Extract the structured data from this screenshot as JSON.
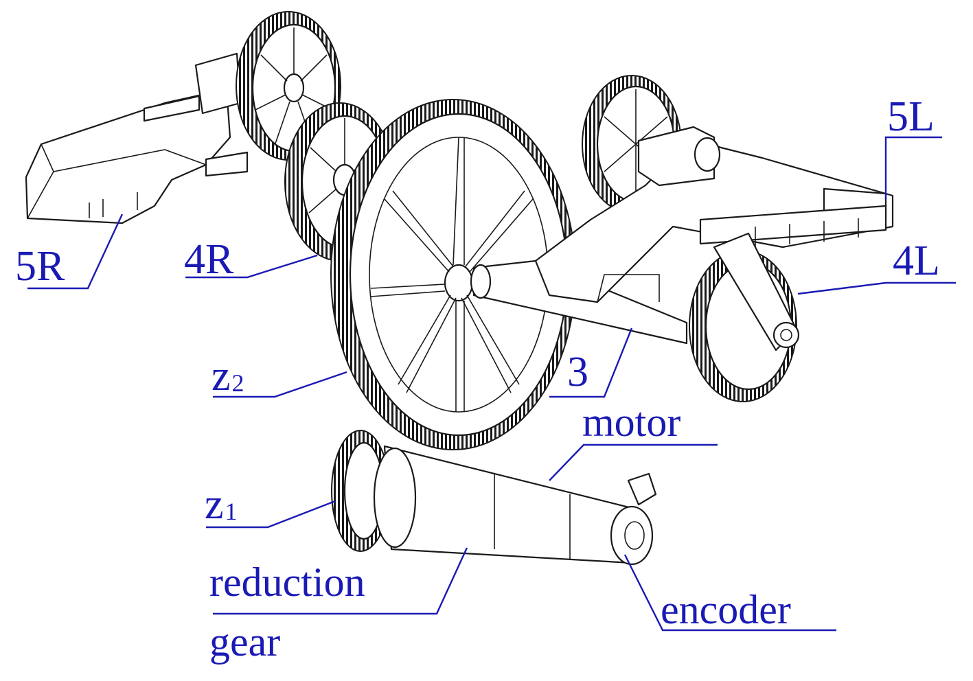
{
  "colors": {
    "label": "#1a1ab4",
    "line": "#1a1a1a",
    "background": "#ffffff"
  },
  "labels": {
    "5R": "5R",
    "4R": "4R",
    "5L": "5L",
    "4L": "4L",
    "z2_main": "z",
    "z2_sub": "2",
    "z1_main": "z",
    "z1_sub": "1",
    "shaft": "3",
    "motor": "motor",
    "reduction": "reduction",
    "gear": "gear",
    "encoder": "encoder"
  }
}
